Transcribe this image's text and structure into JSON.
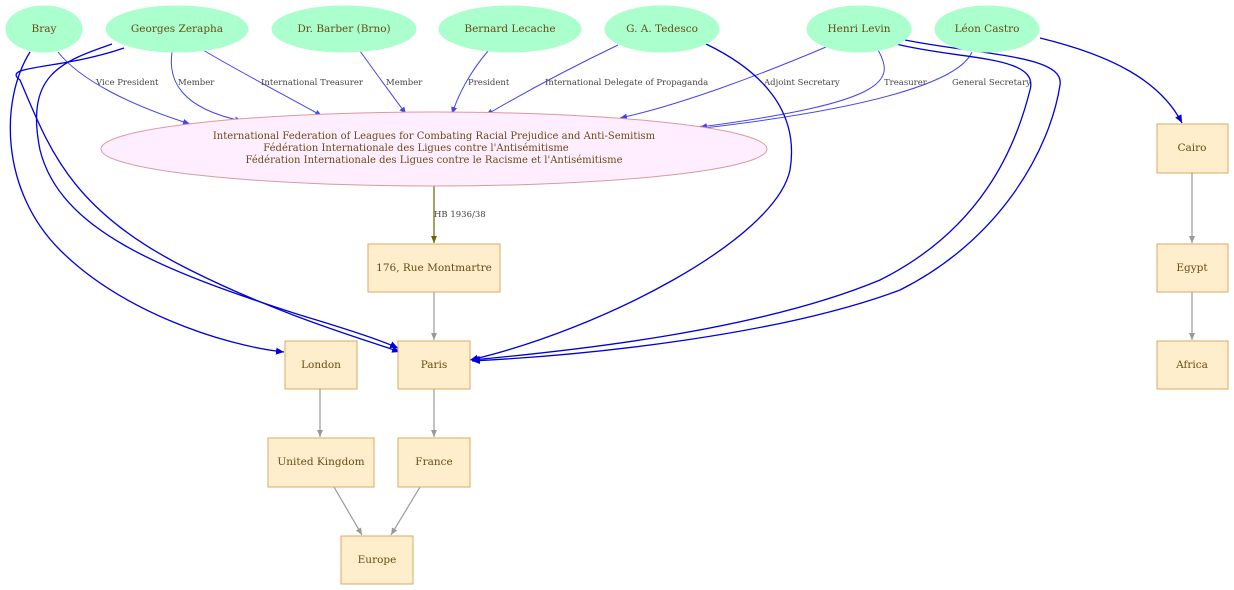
{
  "diagram": {
    "people": [
      {
        "id": "bray",
        "label": "Bray"
      },
      {
        "id": "zerapha",
        "label": "Georges Zerapha"
      },
      {
        "id": "barber",
        "label": "Dr. Barber (Brno)"
      },
      {
        "id": "lecache",
        "label": "Bernard Lecache"
      },
      {
        "id": "tedesco",
        "label": "G. A. Tedesco"
      },
      {
        "id": "levin",
        "label": "Henri Levin"
      },
      {
        "id": "castro",
        "label": "Léon Castro"
      }
    ],
    "organization": {
      "id": "federation",
      "lines": [
        "International Federation of Leagues for Combating Racial Prejudice and Anti-Semitism",
        "Fédération Internationale des Ligues contre l'Antisémitisme",
        "Fédération Internationale des Ligues contre le Racisme et l'Antisémitisme"
      ]
    },
    "places": [
      {
        "id": "rue",
        "label": "176, Rue Montmartre"
      },
      {
        "id": "london",
        "label": "London"
      },
      {
        "id": "paris",
        "label": "Paris"
      },
      {
        "id": "uk",
        "label": "United Kingdom"
      },
      {
        "id": "france",
        "label": "France"
      },
      {
        "id": "europe",
        "label": "Europe"
      },
      {
        "id": "cairo",
        "label": "Cairo"
      },
      {
        "id": "egypt",
        "label": "Egypt"
      },
      {
        "id": "africa",
        "label": "Africa"
      }
    ],
    "role_edges": [
      {
        "from": "bray",
        "to": "federation",
        "label": "Vice President"
      },
      {
        "from": "zerapha",
        "to": "federation",
        "label": "Member"
      },
      {
        "from": "zerapha",
        "to": "federation",
        "label": "International Treasurer"
      },
      {
        "from": "barber",
        "to": "federation",
        "label": "Member"
      },
      {
        "from": "lecache",
        "to": "federation",
        "label": "President"
      },
      {
        "from": "tedesco",
        "to": "federation",
        "label": "International Delegate of Propaganda"
      },
      {
        "from": "levin",
        "to": "federation",
        "label": "Adjoint Secretary"
      },
      {
        "from": "levin",
        "to": "federation",
        "label": "Treasurer"
      },
      {
        "from": "castro",
        "to": "federation",
        "label": "General Secretary"
      }
    ],
    "headquarters_edge": {
      "from": "federation",
      "to": "rue",
      "label": "HB 1936/38"
    },
    "location_edges": [
      {
        "from": "bray",
        "to": "london"
      },
      {
        "from": "zerapha",
        "to": "paris"
      },
      {
        "from": "zerapha",
        "to": "paris"
      },
      {
        "from": "tedesco",
        "to": "paris"
      },
      {
        "from": "levin",
        "to": "paris"
      },
      {
        "from": "levin",
        "to": "paris"
      },
      {
        "from": "castro",
        "to": "cairo"
      }
    ],
    "geo_edges": [
      {
        "from": "rue",
        "to": "paris"
      },
      {
        "from": "london",
        "to": "uk"
      },
      {
        "from": "paris",
        "to": "france"
      },
      {
        "from": "uk",
        "to": "europe"
      },
      {
        "from": "france",
        "to": "europe"
      },
      {
        "from": "cairo",
        "to": "egypt"
      },
      {
        "from": "egypt",
        "to": "africa"
      }
    ]
  }
}
